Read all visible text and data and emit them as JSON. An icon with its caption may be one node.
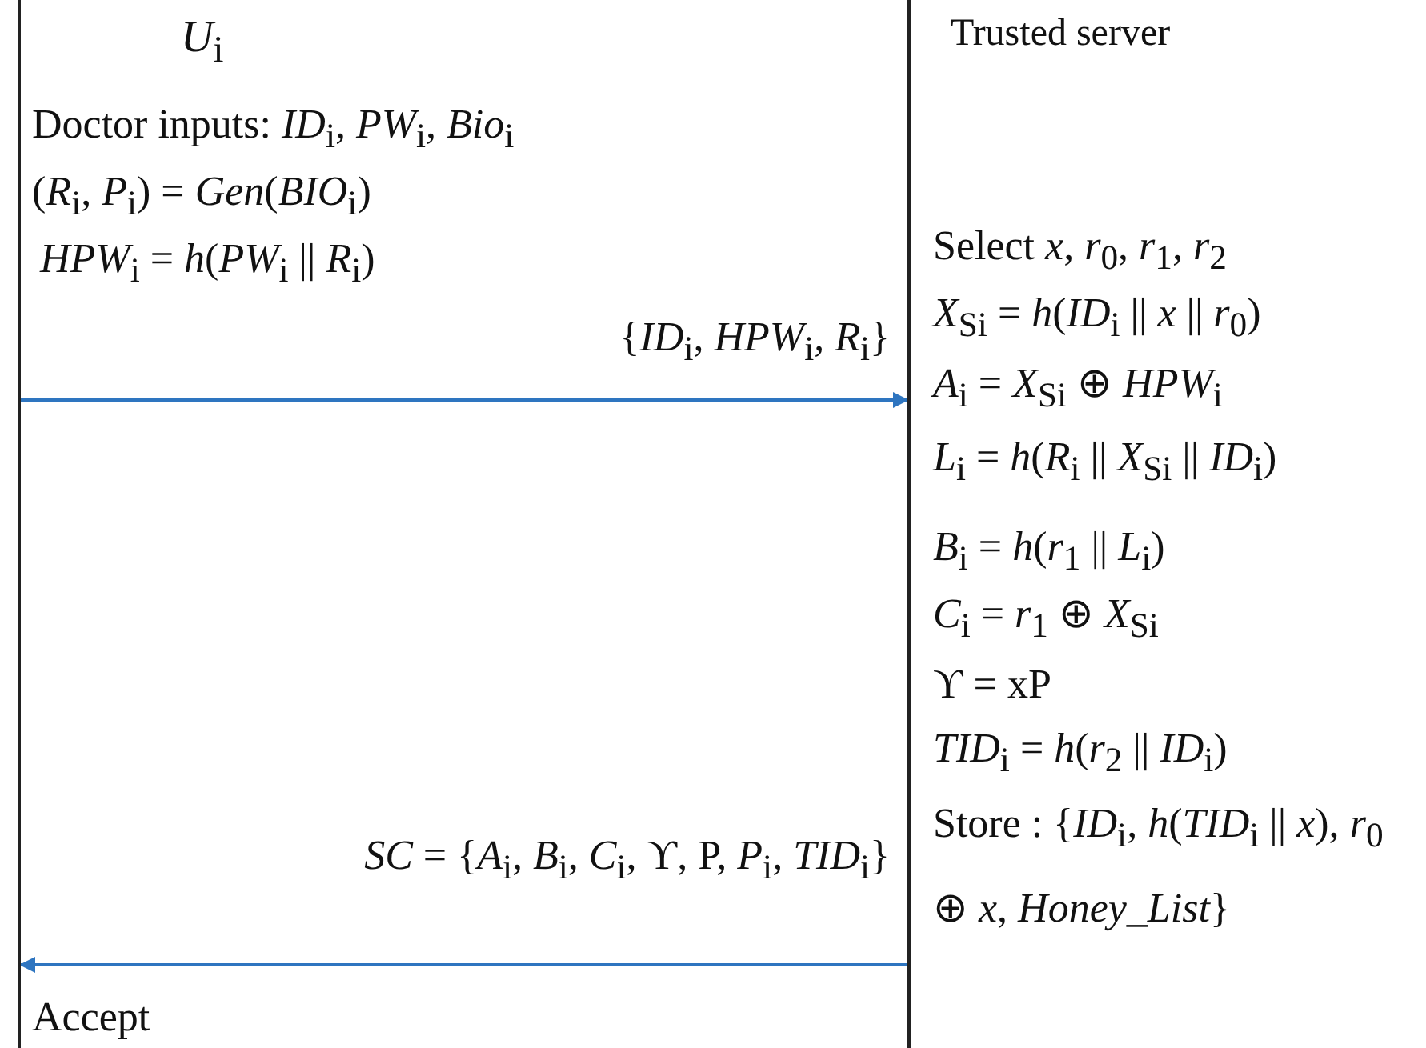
{
  "diagram": {
    "nodes": [
      {
        "text": [
          "*U*$_{i}$"
        ]
      },
      {
        "text": [
          "Trusted server"
        ]
      }
    ],
    "edges": [
      {
        "from": 0,
        "to": 1,
        "arrow": "to",
        "label": "{*ID*$_{i}$, *HPW*$_{i}$, *R*$_{i}$}"
      },
      {
        "from": 1,
        "to": 0,
        "arrow": "to",
        "label": "*SC* = {*A*$_{i}$, *B*$_{i}$, *C*$_{i}$, ϒ, P, *P*$_{i}$, *TID*$_{i}$}"
      }
    ],
    "labels": [
      "Doctor inputs:  *ID*$_{i}$, *PW*$_{i}$, *Bio*$_{i}$",
      "(*R*$_{i}$, *P*$_{i}$) = *Gen*(*BIO*$_{i}$)",
      "*HPW*$_{i}$ = *h*(*PW*$_{i}$ || *R*$_{i}$)",
      "Accept",
      "Select *x*, *r*$_{0}$, *r*$_{1}$, *r*$_{2}$",
      "*X*$_{Si}$ = *h*(*ID*$_{i}$ || *x* || *r*$_{0}$)",
      "*A*$_{i}$ = *X*$_{Si}$ ⊕ *HPW*$_{i}$",
      "*L*$_{i}$ = *h*(*R*$_{i}$ || *X*$_{Si}$ || *ID*$_{i}$)",
      "*B*$_{i}$ = *h*(*r*$_{1}$ || *L*$_{i}$)",
      "*C*$_{i}$ = *r*$_{1}$ ⊕ *X*$_{Si}$",
      "ϒ = xP",
      "*TID*$_{i}$ = *h*(*r*$_{2}$ || *ID*$_{i}$)",
      "Store : {*ID*$_{i}$, *h*(*TID*$_{i}$ || *x*), *r*$_{0}$ ⊕ *x*, *Honey_List*}"
    ]
  }
}
